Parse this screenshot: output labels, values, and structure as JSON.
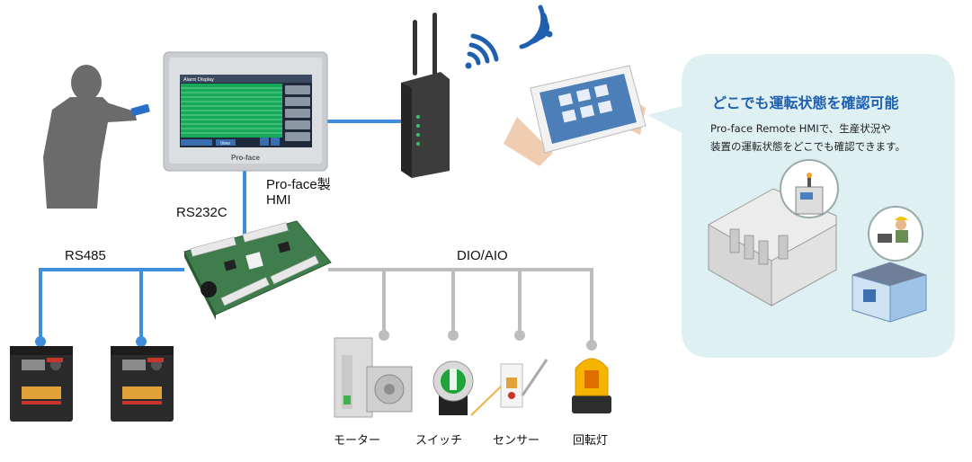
{
  "hmi": {
    "label_line1": "Pro-face製",
    "label_line2": "HMI",
    "brand": "Pro-face",
    "screen_title": "Alarm Display",
    "footer_button": "View"
  },
  "connections": {
    "rs232c": "RS232C",
    "rs485": "RS485",
    "dio_aio": "DIO/AIO"
  },
  "devices": {
    "motor": "モーター",
    "switch": "スイッチ",
    "sensor": "センサー",
    "rotary_light": "回転灯"
  },
  "callout": {
    "title": "どこでも運転状態を確認可能",
    "body_line1": "Pro-face Remote HMIで、生産状況や",
    "body_line2": "装置の運転状態をどこでも確認できます。"
  },
  "colors": {
    "blue_line": "#3d8fde",
    "gray_line": "#bdbdbd",
    "callout_bg": "#dff0f2",
    "title_blue": "#1f5fb0",
    "wifi_blue": "#1f5fb0"
  }
}
